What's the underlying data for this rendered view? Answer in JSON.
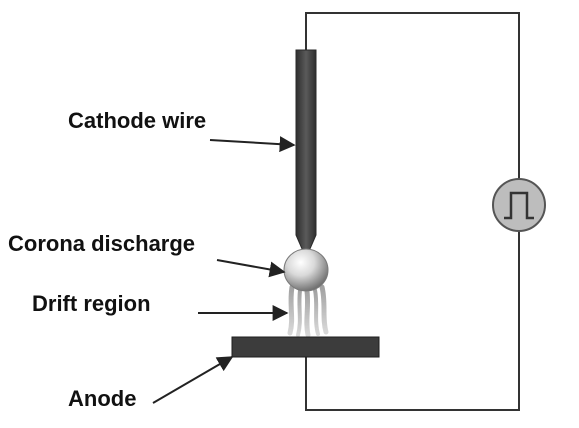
{
  "labels": {
    "cathode_wire": "Cathode wire",
    "corona_discharge": "Corona discharge",
    "drift_region": "Drift region",
    "anode": "Anode"
  },
  "colors": {
    "background": "#ffffff",
    "line": "#333333",
    "electrode": "#3c3c3c",
    "source_fill": "#bdbdbd",
    "text": "#111111"
  },
  "source_icon": "square-pulse-icon"
}
